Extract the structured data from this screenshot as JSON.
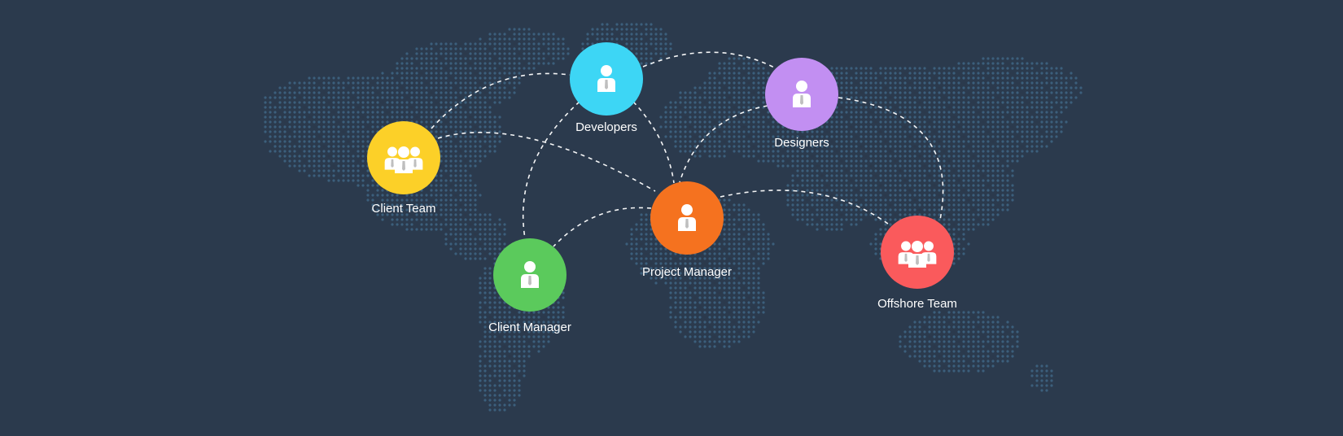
{
  "colors": {
    "background": "#2b3a4d",
    "map_dots": "#3c5f7c",
    "connector": "#ffffff",
    "label": "#ffffff"
  },
  "nodes": [
    {
      "id": "developers",
      "label": "Developers",
      "color": "#3dd6f5",
      "icon": "person-icon"
    },
    {
      "id": "designers",
      "label": "Designers",
      "color": "#c28ff2",
      "icon": "person-icon"
    },
    {
      "id": "client-team",
      "label": "Client Team",
      "color": "#fcd028",
      "icon": "group-icon"
    },
    {
      "id": "project-manager",
      "label": "Project Manager",
      "color": "#f5721f",
      "icon": "person-icon"
    },
    {
      "id": "client-manager",
      "label": "Client Manager",
      "color": "#5bca5c",
      "icon": "person-icon"
    },
    {
      "id": "offshore-team",
      "label": "Offshore Team",
      "color": "#fa5a5c",
      "icon": "group-icon"
    }
  ],
  "connections": [
    {
      "from": "client-team",
      "to": "developers"
    },
    {
      "from": "client-team",
      "to": "project-manager"
    },
    {
      "from": "developers",
      "to": "designers"
    },
    {
      "from": "developers",
      "to": "project-manager"
    },
    {
      "from": "developers",
      "to": "client-manager"
    },
    {
      "from": "designers",
      "to": "project-manager"
    },
    {
      "from": "designers",
      "to": "offshore-team"
    },
    {
      "from": "project-manager",
      "to": "offshore-team"
    },
    {
      "from": "project-manager",
      "to": "client-manager"
    }
  ]
}
